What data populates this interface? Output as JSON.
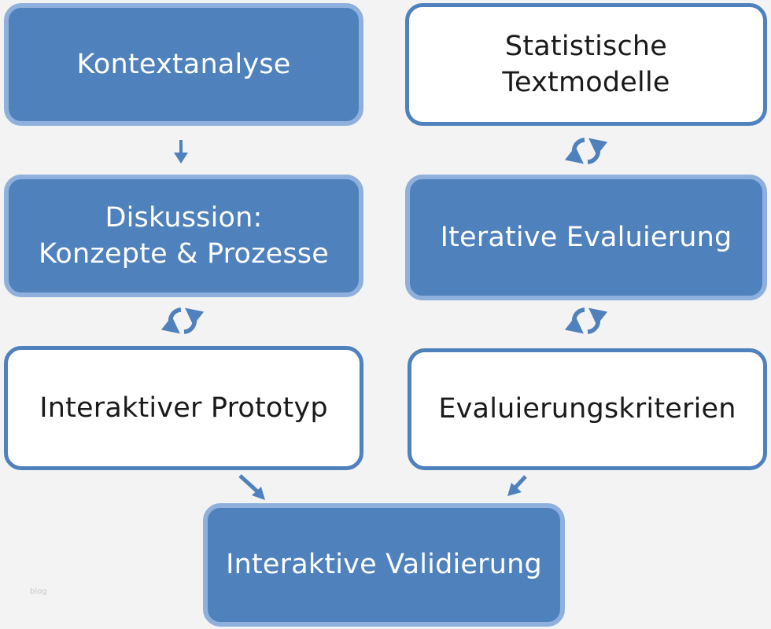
{
  "boxes": {
    "kontextanalyse": {
      "lines": [
        "Kontextanalyse"
      ]
    },
    "statistische_textmodelle": {
      "lines": [
        "Statistische",
        "Textmodelle"
      ]
    },
    "diskussion": {
      "lines": [
        "Diskussion:",
        "Konzepte & Prozesse"
      ]
    },
    "iterative_evaluierung": {
      "lines": [
        "Iterative Evaluierung"
      ]
    },
    "interaktiver_prototyp": {
      "lines": [
        "Interaktiver Prototyp"
      ]
    },
    "evaluierungskriterien": {
      "lines": [
        "Evaluierungskriterien"
      ]
    },
    "interaktive_validierung": {
      "lines": [
        "Interaktive Validierung"
      ]
    }
  },
  "watermark": "blog",
  "colors": {
    "accent": "#4f81bd",
    "accent_border": "#8fb0dc",
    "background": "#f3f3f3"
  }
}
